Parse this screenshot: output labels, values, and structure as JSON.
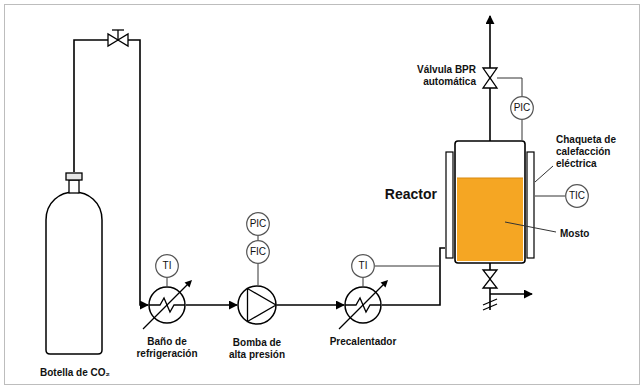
{
  "diagram": {
    "nodes": [
      {
        "text": [
          "Botella de CO₂"
        ]
      },
      {
        "text": [
          "Baño de refrigeración"
        ]
      },
      {
        "text": [
          "Bomba de alta presión"
        ]
      },
      {
        "text": [
          "Precalentador"
        ]
      },
      {
        "text": [
          "Reactor"
        ]
      },
      {
        "text": [
          "TI"
        ]
      },
      {
        "text": [
          "PIC"
        ]
      },
      {
        "text": [
          "FIC"
        ]
      },
      {
        "text": [
          "TI"
        ]
      },
      {
        "text": [
          "PIC"
        ]
      },
      {
        "text": [
          "TIC"
        ]
      }
    ],
    "edges": [
      {
        "from": 0,
        "to": 1,
        "arrow": "to"
      },
      {
        "from": 1,
        "to": 2,
        "arrow": "to"
      },
      {
        "from": 2,
        "to": 3,
        "arrow": "to"
      },
      {
        "from": 3,
        "to": 4,
        "arrow": "none"
      },
      {
        "from": 5,
        "to": 1,
        "arrow": "none"
      },
      {
        "from": 6,
        "to": 7,
        "arrow": "none"
      },
      {
        "from": 7,
        "to": 2,
        "arrow": "none"
      },
      {
        "from": 8,
        "to": 3,
        "arrow": "none"
      },
      {
        "from": 9,
        "to": 4,
        "arrow": "none"
      },
      {
        "from": 10,
        "to": 4,
        "arrow": "none"
      }
    ],
    "labels": [
      "Válvula BPR automática",
      "Chaqueta de calefacción eléctrica",
      "Mosto"
    ]
  }
}
